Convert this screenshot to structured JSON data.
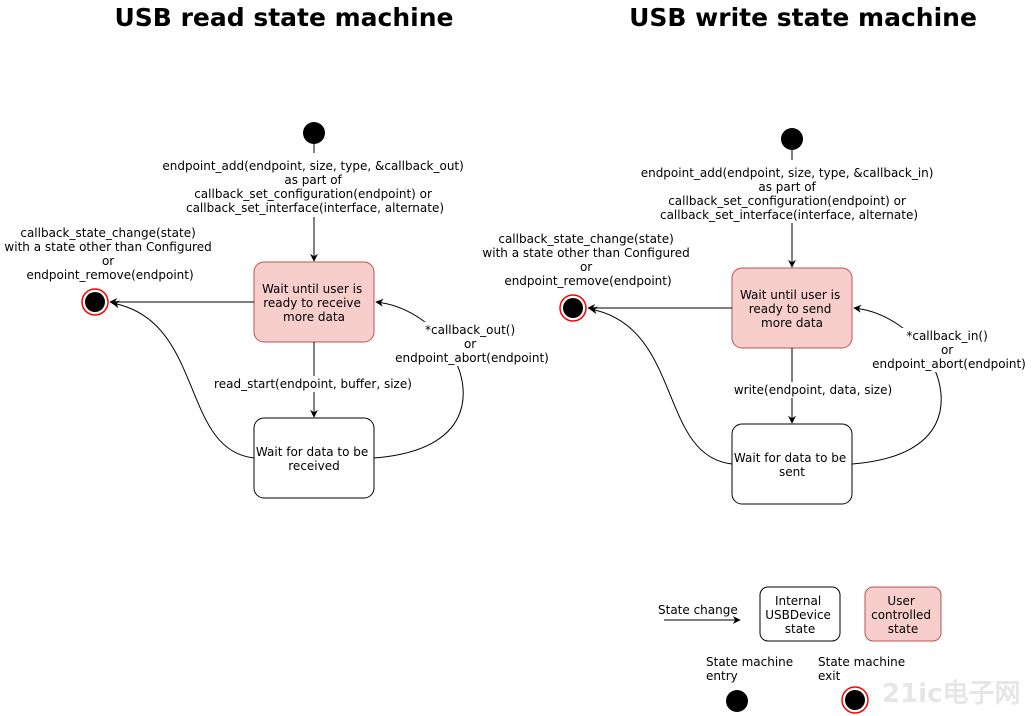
{
  "read": {
    "title": "USB read state machine",
    "entry_label": [
      "endpoint_add(endpoint, size, type, &callback_out)",
      "as part of",
      "callback_set_configuration(endpoint) or",
      "callback_set_interface(interface, alternate)"
    ],
    "exit_label": [
      "callback_state_change(state)",
      "with a state other than Configured",
      "or",
      "endpoint_remove(endpoint)"
    ],
    "user_state": [
      "Wait until user is",
      "ready to receive",
      "more data"
    ],
    "internal_state": [
      "Wait for data to be",
      "received"
    ],
    "down_label": "read_start(endpoint, buffer, size)",
    "return_label": [
      "*callback_out()",
      "or",
      "endpoint_abort(endpoint)"
    ]
  },
  "write": {
    "title": "USB write state machine",
    "entry_label": [
      "endpoint_add(endpoint, size, type, &callback_in)",
      "as part of",
      "callback_set_configuration(endpoint) or",
      "callback_set_interface(interface, alternate)"
    ],
    "exit_label": [
      "callback_state_change(state)",
      "with a state other than Configured",
      "or",
      "endpoint_remove(endpoint)"
    ],
    "user_state": [
      "Wait until user is",
      "ready to send",
      "more data"
    ],
    "internal_state": [
      "Wait for data to be",
      "sent"
    ],
    "down_label": "write(endpoint, data, size)",
    "return_label": [
      "*callback_in()",
      "or",
      "endpoint_abort(endpoint)"
    ]
  },
  "legend": {
    "state_change": "State change",
    "internal_state": [
      "Internal",
      "USBDevice",
      "state"
    ],
    "user_state": [
      "User",
      "controlled",
      "state"
    ],
    "entry": [
      "State machine",
      "entry"
    ],
    "exit": [
      "State machine",
      "exit"
    ]
  },
  "watermark": "21ic电子网",
  "colors": {
    "user_fill": "#f8cecc",
    "user_stroke": "#b85450",
    "exit_ring": "#ff0000",
    "line": "#000000"
  }
}
